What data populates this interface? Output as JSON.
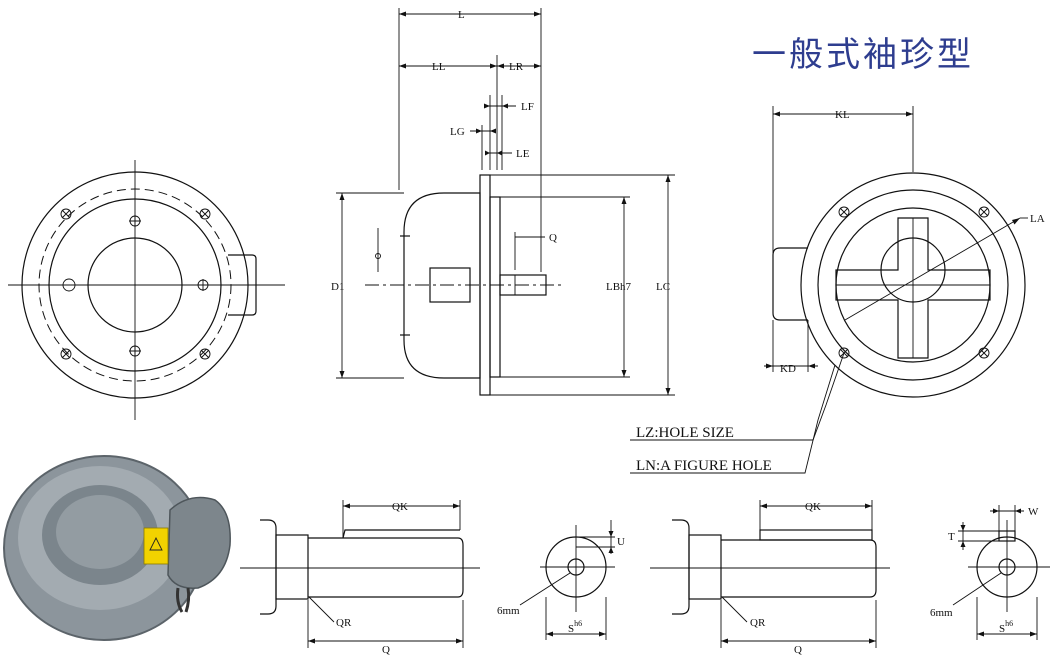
{
  "title": "一般式袖珍型",
  "colors": {
    "title": "#2e3d8f",
    "motor_body": "#8c959c",
    "warning_label": "#f2d200"
  },
  "side_view": {
    "L": "L",
    "LL": "LL",
    "LR": "LR",
    "LF": "LF",
    "LG": "LG",
    "LE": "LE",
    "Q": "Q",
    "D1": "D1",
    "LB": "LBh7",
    "LC": "LC"
  },
  "rear_view": {
    "KL": "KL",
    "LA": "LA",
    "KD": "KD"
  },
  "notes": {
    "lz": "LZ:HOLE SIZE",
    "ln": "LN:A FIGURE HOLE"
  },
  "shaft_detail_1": {
    "QK": "QK",
    "QR": "QR",
    "Q": "Q",
    "U": "U",
    "S": "S",
    "tol": "h6",
    "hole": "6mm"
  },
  "shaft_detail_2": {
    "QK": "QK",
    "QR": "QR",
    "Q": "Q",
    "W": "W",
    "T": "T",
    "S": "S",
    "tol": "h6",
    "hole": "6mm"
  }
}
